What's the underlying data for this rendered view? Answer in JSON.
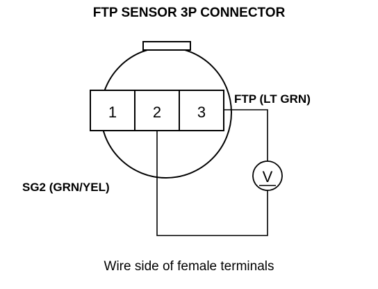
{
  "title": "FTP SENSOR 3P CONNECTOR",
  "terminals": [
    "1",
    "2",
    "3"
  ],
  "wires": {
    "ftp": "FTP (LT GRN)",
    "sg2": "SG2 (GRN/YEL)"
  },
  "meter_symbol": "V",
  "caption": "Wire side of female terminals"
}
